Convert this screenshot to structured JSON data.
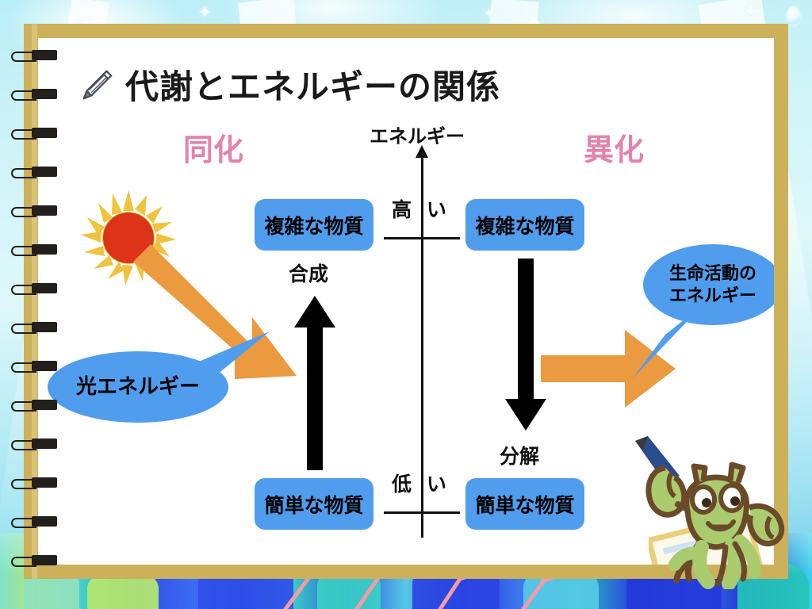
{
  "slide": {
    "title": "代謝とエネルギーの関係",
    "title_icon": "pencil-icon"
  },
  "sections": {
    "left_label": "同化",
    "right_label": "異化"
  },
  "axis": {
    "title": "エネルギー",
    "high_label": "高 い",
    "low_label": "低 い",
    "direction": "up"
  },
  "boxes": {
    "left_top": "複雑な物質",
    "left_bottom": "簡単な物質",
    "right_top": "複雑な物質",
    "right_bottom": "簡単な物質"
  },
  "processes": {
    "left": "合成",
    "right": "分解"
  },
  "bubbles": {
    "light_energy": "光エネルギー",
    "life_energy_line1": "生命活動の",
    "life_energy_line2": "エネルギー"
  },
  "icons": {
    "sun": "sun-icon",
    "input_arrow": "orange-diagonal-arrow-icon",
    "output_arrow": "orange-right-arrow-icon",
    "synthesis_arrow": "black-up-arrow-icon",
    "decomposition_arrow": "black-down-arrow-icon",
    "mascot": "crab-mascot-icon",
    "mascot_pen": "pen-icon"
  },
  "colors": {
    "box_blue": "#509ded",
    "section_pink": "#e383ac",
    "frame_gold": "#cdb05a",
    "arrow_orange": "#eb9a3f",
    "sun_ray": "#f0c33c",
    "sun_core": "#dd3318",
    "mascot_green": "#aacb6e",
    "mascot_outline": "#6b4a2a",
    "text_black": "#111111",
    "water_top": "#cdf3f8",
    "water_bottom": "#63c7e8"
  },
  "chart_data": {
    "type": "diagram",
    "title": "代謝とエネルギーの関係",
    "ylabel": "エネルギー",
    "ytick_labels": [
      "高 い",
      "低 い"
    ],
    "columns": [
      {
        "name": "同化",
        "from": "簡単な物質",
        "to": "複雑な物質",
        "process": "合成",
        "energy_direction": "low-to-high",
        "input": "光エネルギー"
      },
      {
        "name": "異化",
        "from": "複雑な物質",
        "to": "簡単な物質",
        "process": "分解",
        "energy_direction": "high-to-low",
        "output": "生命活動のエネルギー"
      }
    ]
  }
}
